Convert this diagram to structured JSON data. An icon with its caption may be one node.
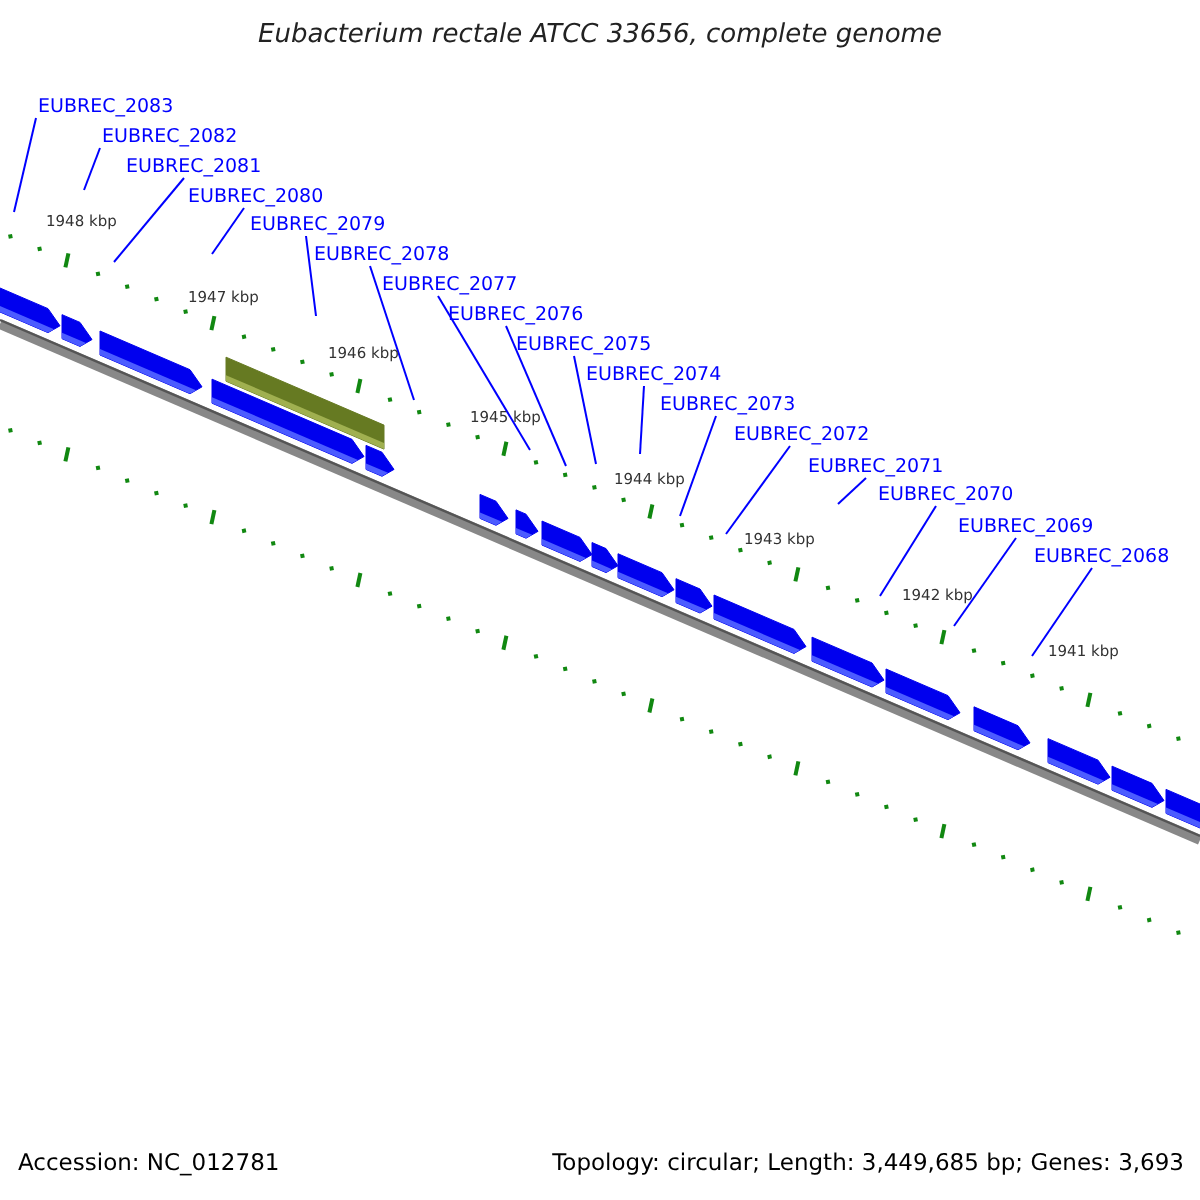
{
  "diagram": {
    "title": "Eubacterium rectale ATCC 33656, complete genome",
    "nodes": [
      {
        "text": [
          "EUBREC_2083"
        ]
      },
      {
        "text": [
          "EUBREC_2082"
        ]
      },
      {
        "text": [
          "EUBREC_2081"
        ]
      },
      {
        "text": [
          "EUBREC_2080"
        ]
      },
      {
        "text": [
          "EUBREC_2079"
        ]
      },
      {
        "text": [
          "EUBREC_2078"
        ]
      },
      {
        "text": [
          "EUBREC_2077"
        ]
      },
      {
        "text": [
          "EUBREC_2076"
        ]
      },
      {
        "text": [
          "EUBREC_2075"
        ]
      },
      {
        "text": [
          "EUBREC_2074"
        ]
      },
      {
        "text": [
          "EUBREC_2073"
        ]
      },
      {
        "text": [
          "EUBREC_2072"
        ]
      },
      {
        "text": [
          "EUBREC_2071"
        ]
      },
      {
        "text": [
          "EUBREC_2070"
        ]
      },
      {
        "text": [
          "EUBREC_2069"
        ]
      },
      {
        "text": [
          "EUBREC_2068"
        ]
      }
    ],
    "edges": [
      {
        "from": 0,
        "to": null,
        "arrow": "none"
      },
      {
        "from": 1,
        "to": null,
        "arrow": "none"
      },
      {
        "from": 2,
        "to": null,
        "arrow": "none"
      },
      {
        "from": 3,
        "to": null,
        "arrow": "none"
      },
      {
        "from": 4,
        "to": null,
        "arrow": "none"
      },
      {
        "from": 5,
        "to": null,
        "arrow": "none"
      },
      {
        "from": 6,
        "to": null,
        "arrow": "none"
      },
      {
        "from": 7,
        "to": null,
        "arrow": "none"
      },
      {
        "from": 8,
        "to": null,
        "arrow": "none"
      },
      {
        "from": 9,
        "to": null,
        "arrow": "none"
      },
      {
        "from": 10,
        "to": null,
        "arrow": "none"
      },
      {
        "from": 11,
        "to": null,
        "arrow": "none"
      },
      {
        "from": 12,
        "to": null,
        "arrow": "none"
      },
      {
        "from": 13,
        "to": null,
        "arrow": "none"
      },
      {
        "from": 14,
        "to": null,
        "arrow": "none"
      },
      {
        "from": 15,
        "to": null,
        "arrow": "none"
      }
    ],
    "labels": [
      "1948 kbp",
      "1947 kbp",
      "1946 kbp",
      "1945 kbp",
      "1944 kbp",
      "1943 kbp",
      "1942 kbp",
      "1941 kbp",
      "Accession: NC_012781",
      "Topology: circular; Length: 3,449,685 bp; Genes: 3,693"
    ]
  }
}
